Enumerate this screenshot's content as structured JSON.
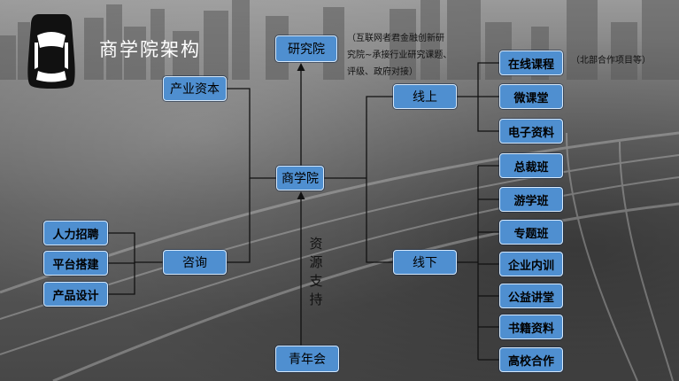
{
  "header": {
    "title": "商学院架构"
  },
  "nodes": {
    "research": "研究院",
    "industry_capital": "产业资本",
    "business_school": "商学院",
    "consulting": "咨询",
    "recruiting": "人力招聘",
    "platform": "平台搭建",
    "product_design": "产品设计",
    "youth_club": "青年会",
    "online": "线上",
    "offline": "线下",
    "online_courses": "在线课程",
    "micro_class": "微课堂",
    "e_materials": "电子资料",
    "ceo_class": "总裁班",
    "study_tour": "游学班",
    "topic_class": "专题班",
    "corporate_training": "企业内训",
    "public_lecture": "公益讲堂",
    "book_materials": "书籍资料",
    "university_coop": "高校合作"
  },
  "notes": {
    "research_line1": "（互联网者君金融创新研",
    "research_line2": "究院~承接行业研究课题、",
    "research_line3": "评级、政府对接）",
    "online_courses_note": "（北部合作项目等）"
  },
  "resource_support": [
    "资",
    "源",
    "支",
    "持"
  ],
  "colors": {
    "node_fill": "#4f8fd0",
    "node_border": "#d8e8f8",
    "line": "#111111"
  },
  "icons": {
    "logo": "car-top-view-icon",
    "arrow": "arrow-up-icon"
  }
}
